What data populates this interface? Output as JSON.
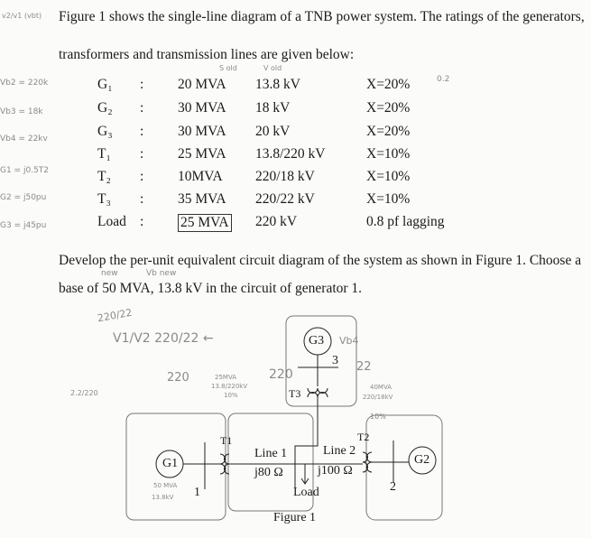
{
  "question": {
    "line1": "Figure 1 shows the single-line diagram of a TNB power system. The ratings of the generators,",
    "line2": "transformers and transmission lines are given below:",
    "instruction_line1": "Develop the per-unit equivalent circuit diagram of the system as shown in Figure 1. Choose a",
    "instruction_line2": "base of 50 MVA, 13.8 kV in the circuit of generator 1."
  },
  "ratings": [
    {
      "name": "G₁",
      "sep": ":",
      "mva": "20 MVA",
      "kv": "13.8 kV",
      "x": "X=20%"
    },
    {
      "name": "G₂",
      "sep": ":",
      "mva": "30 MVA",
      "kv": "18 kV",
      "x": "X=20%"
    },
    {
      "name": "G₃",
      "sep": ":",
      "mva": "30 MVA",
      "kv": "20 kV",
      "x": "X=20%"
    },
    {
      "name": "T₁",
      "sep": ":",
      "mva": "25 MVA",
      "kv": "13.8/220 kV",
      "x": "X=10%"
    },
    {
      "name": "T₂",
      "sep": ":",
      "mva": "10MVA",
      "kv": "220/18 kV",
      "x": "X=10%"
    },
    {
      "name": "T₃",
      "sep": ":",
      "mva": "35 MVA",
      "kv": "220/22 kV",
      "x": "X=10%"
    },
    {
      "name": "Load",
      "sep": ":",
      "mva": "25 MVA",
      "kv": "220 kV",
      "x": "0.8 pf lagging"
    }
  ],
  "figure": {
    "caption": "Figure 1",
    "g1": "G1",
    "g2": "G2",
    "g3": "G3",
    "t1": "T1",
    "t2": "T2",
    "t3": "T3",
    "line1_name": "Line 1",
    "line1_z": "j80 Ω",
    "line2_name": "Line 2",
    "line2_z": "j100 Ω",
    "load": "Load",
    "bus1": "1",
    "bus2": "2",
    "bus3": "3"
  },
  "handwritten": {
    "ratio": "v2/v1 (vbt)",
    "vb2": "Vb2 = 220k",
    "vb3": "Vb3 = 18k",
    "vb4": "Vb4 = 22kv",
    "xg1": "G1 = j0.5T2",
    "xg2": "G2 = j50pu",
    "xg3": "G3 = j45pu",
    "new": "new",
    "vbnew": "Vb new",
    "old1": "S old",
    "old2": "V old",
    "x02": "0.2",
    "r1": "220/22",
    "r2": "V1/V2 220/22 ←",
    "r3": "220",
    "r4": "2.2/220",
    "t1note1": "25MVA",
    "t1note2": "13.8/220kV",
    "t1note3": "10%",
    "t2note1": "40MVA",
    "t2note2": "220/18kV",
    "t2note3": "10%",
    "t3note1": "220",
    "t3note2": "22",
    "vb4b": "Vb4",
    "g1note1": "50 MVA",
    "g1note2": "13.8kV"
  }
}
